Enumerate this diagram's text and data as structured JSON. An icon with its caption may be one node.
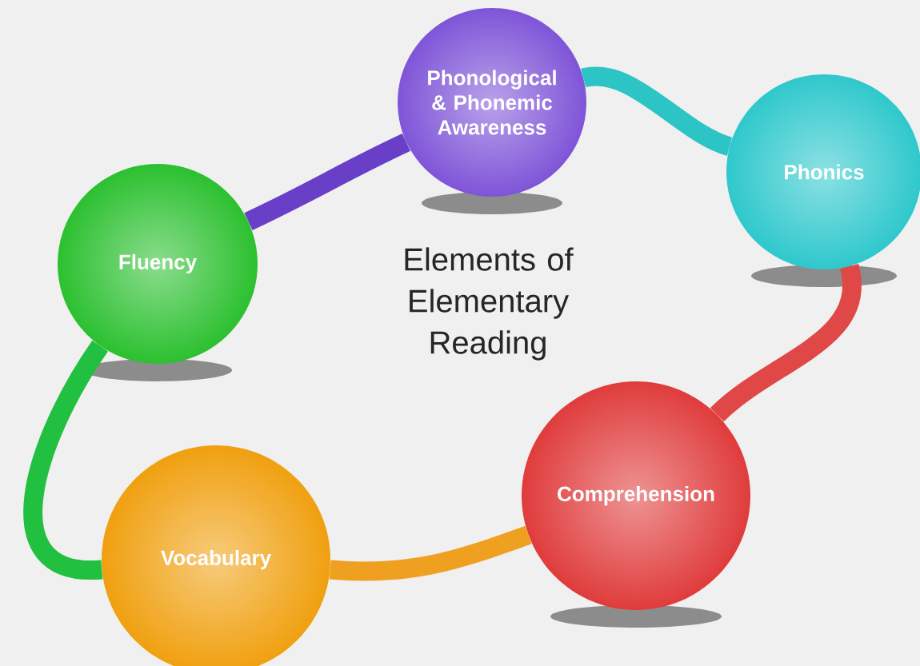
{
  "diagram": {
    "title": "Elements of Elementary Reading",
    "nodes": [
      {
        "text": [
          "Phonological & Phonemic Awareness"
        ]
      },
      {
        "text": [
          "Phonics"
        ]
      },
      {
        "text": [
          "Fluency"
        ]
      },
      {
        "text": [
          "Comprehension"
        ]
      },
      {
        "text": [
          "Vocabulary"
        ]
      }
    ],
    "edges": [
      {
        "from": 2,
        "to": 0,
        "arrow": "none",
        "color": "#6a3fc8"
      },
      {
        "from": 0,
        "to": 1,
        "arrow": "none",
        "color": "#2cc4c4"
      },
      {
        "from": 1,
        "to": 3,
        "arrow": "none",
        "color": "#e04848"
      },
      {
        "from": 3,
        "to": 4,
        "arrow": "none",
        "color": "#f0a020"
      },
      {
        "from": 4,
        "to": 2,
        "arrow": "none",
        "color": "#22c040"
      }
    ]
  }
}
